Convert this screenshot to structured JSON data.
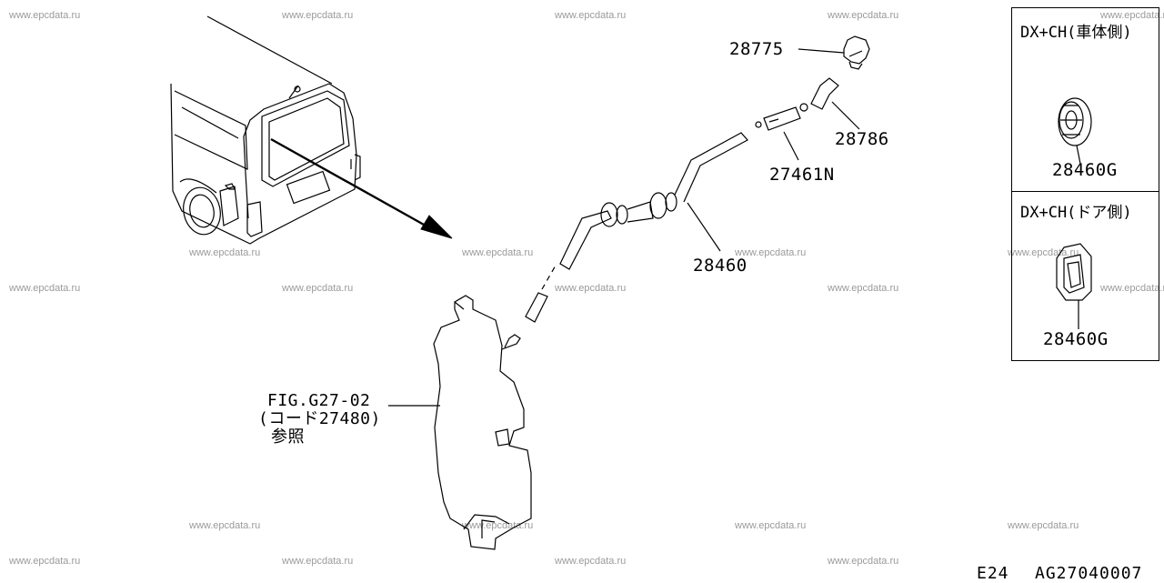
{
  "watermark": "www.epcdata.ru",
  "part_labels": {
    "p28775": "28775",
    "p28786": "28786",
    "p27461n": "27461N",
    "p28460": "28460"
  },
  "reference": {
    "line1": "FIG.G27-02",
    "line2": "(コード27480)",
    "line3": "参照"
  },
  "inset_top": {
    "title": "DX+CH(車体側)",
    "part": "28460G"
  },
  "inset_bottom": {
    "title": "DX+CH(ドア側)",
    "part": "28460G"
  },
  "footer": {
    "section": "E24",
    "code": "AG27040007"
  }
}
